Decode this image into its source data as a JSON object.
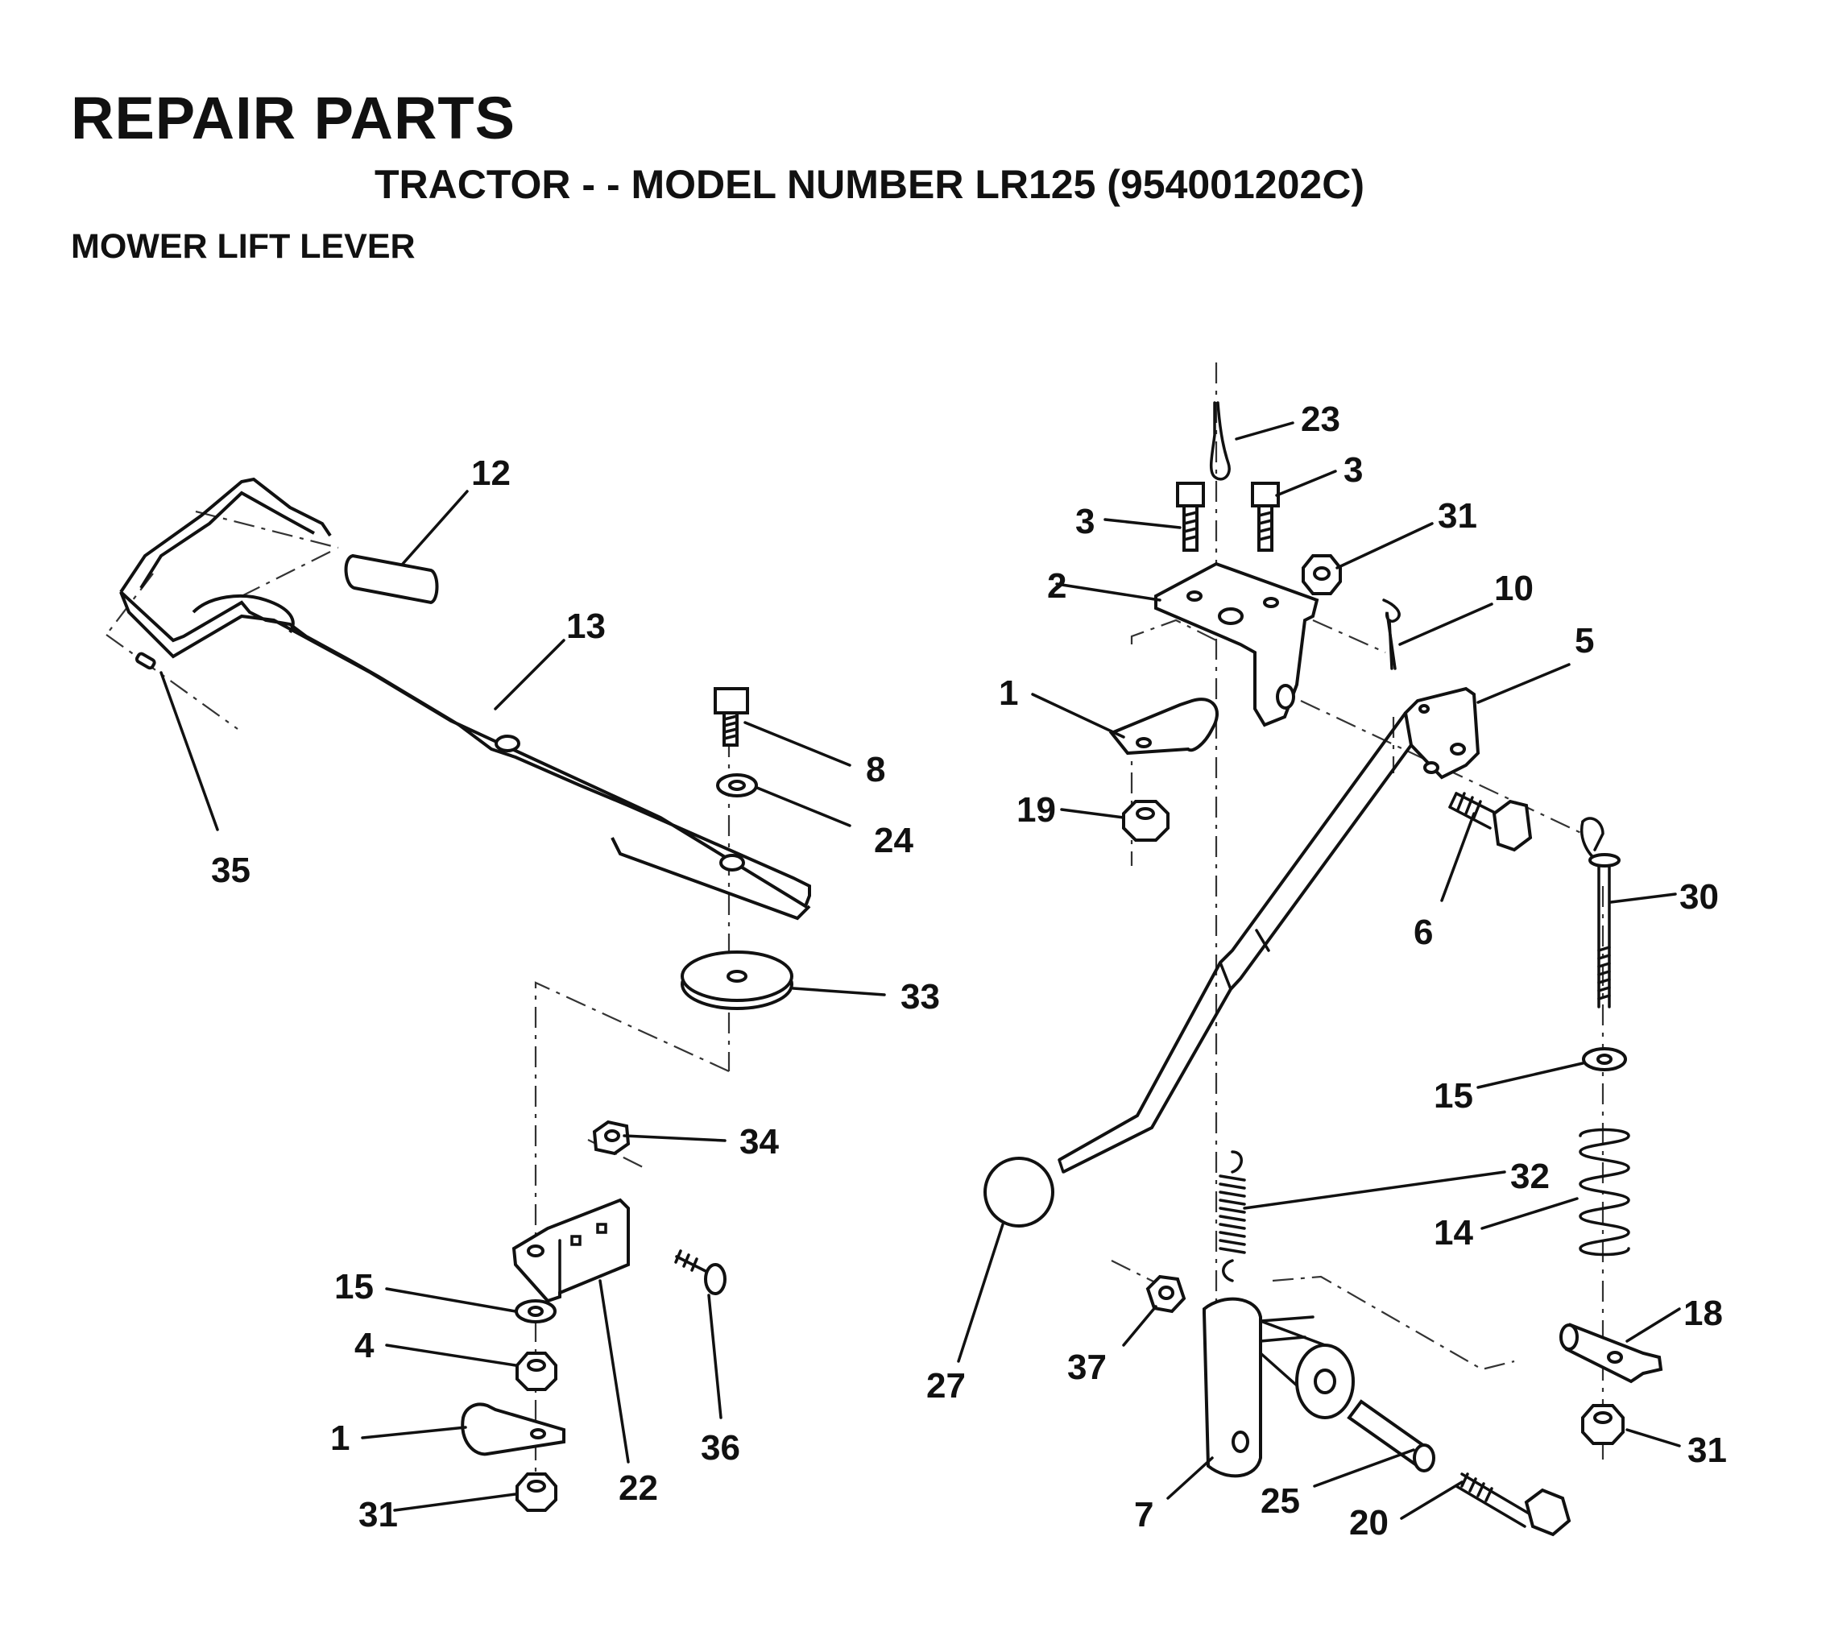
{
  "header": {
    "title": "REPAIR PARTS",
    "subtitle": "TRACTOR - - MODEL NUMBER LR125 (954001202C)",
    "section": "MOWER LIFT LEVER"
  },
  "callouts": {
    "p1a": "1",
    "p1b": "1",
    "p2": "2",
    "p3a": "3",
    "p3b": "3",
    "p4": "4",
    "p5": "5",
    "p6": "6",
    "p7": "7",
    "p8": "8",
    "p10": "10",
    "p12": "12",
    "p13": "13",
    "p14": "14",
    "p15a": "15",
    "p15b": "15",
    "p18": "18",
    "p19": "19",
    "p20": "20",
    "p22": "22",
    "p23": "23",
    "p24": "24",
    "p25": "25",
    "p27": "27",
    "p30": "30",
    "p31a": "31",
    "p31b": "31",
    "p31c": "31",
    "p32": "32",
    "p33": "33",
    "p34": "34",
    "p35": "35",
    "p36": "36",
    "p37": "37"
  }
}
